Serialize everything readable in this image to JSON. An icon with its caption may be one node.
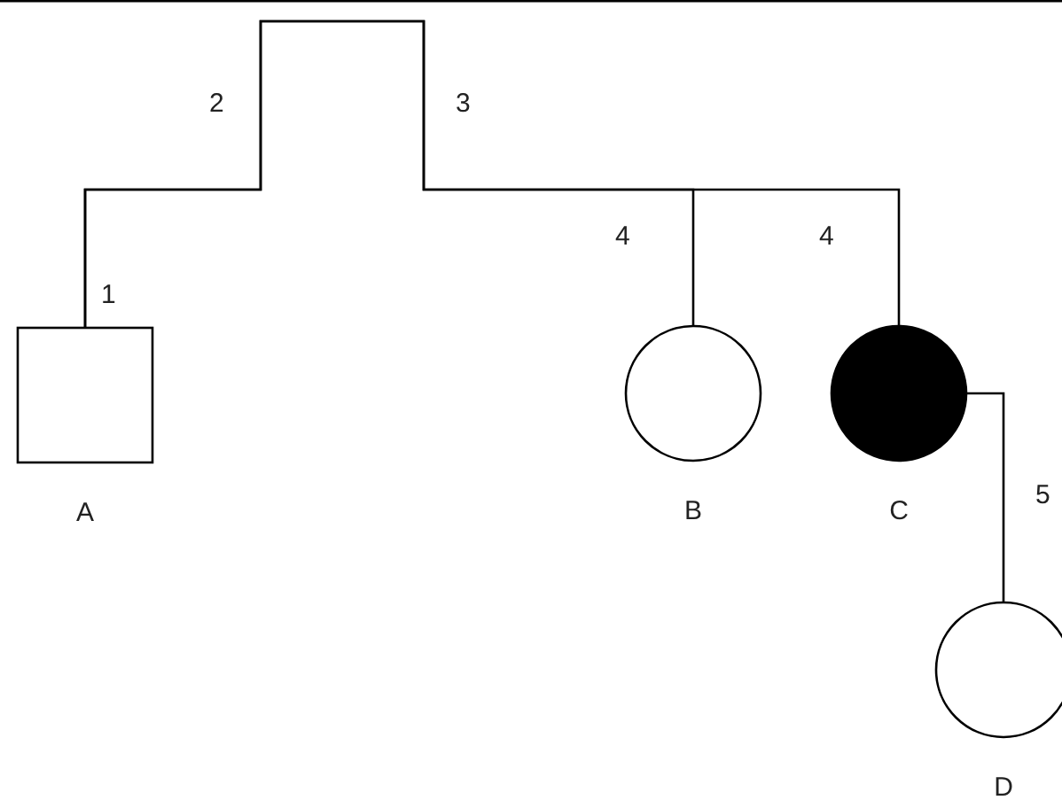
{
  "diagram": {
    "nodes": [
      {
        "text": [
          "A"
        ]
      },
      {
        "text": [
          "B"
        ]
      },
      {
        "text": [
          "C"
        ]
      },
      {
        "text": [
          "D"
        ]
      }
    ],
    "edges": [
      {
        "from": 0,
        "to": 1,
        "arrow": "none"
      },
      {
        "from": 0,
        "to": 2,
        "arrow": "none"
      },
      {
        "from": 2,
        "to": 3,
        "arrow": "none",
        "label": "5"
      }
    ],
    "labels": [
      "2",
      "3",
      "4",
      "4",
      "1"
    ]
  }
}
